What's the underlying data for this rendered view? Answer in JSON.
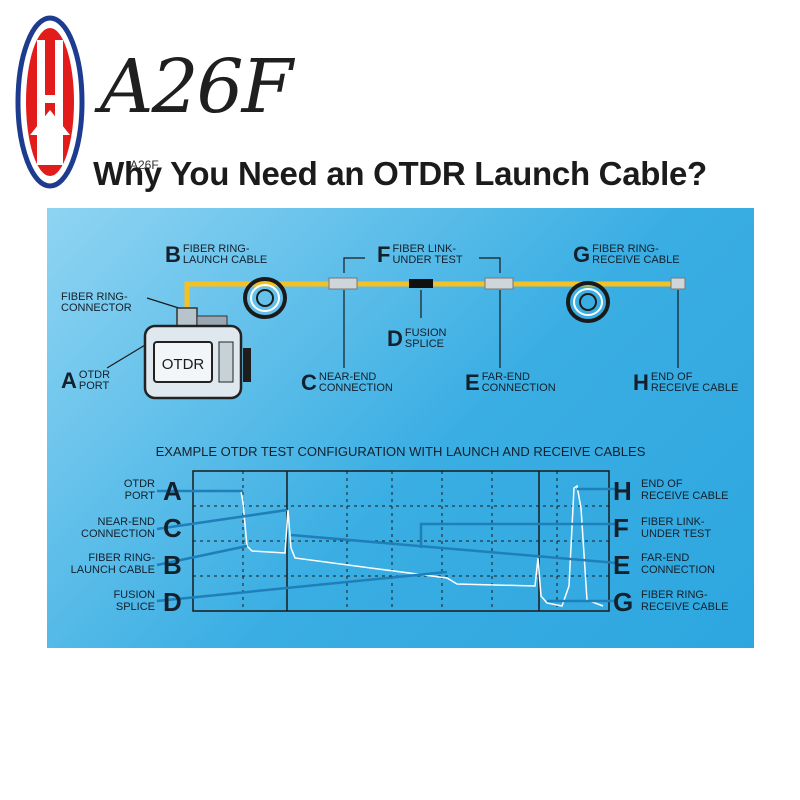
{
  "brand": {
    "name": "A26F",
    "small": "A26F"
  },
  "headline": "Why You Need an OTDR Launch Cable?",
  "colors": {
    "panel": "#3aaee3",
    "cable": "#f5c023",
    "trace": "#1f7fb8",
    "logo_red": "#e21b1b",
    "logo_blue": "#1d3b8f"
  },
  "top_diagram": {
    "connector_label": "FIBER RING-\nCONNECTOR",
    "device_label": "OTDR",
    "items": {
      "A": {
        "letter": "A",
        "text": "OTDR\nPORT"
      },
      "B": {
        "letter": "B",
        "text": "FIBER RING-\nLAUNCH CABLE"
      },
      "C": {
        "letter": "C",
        "text": "NEAR-END\nCONNECTION"
      },
      "D": {
        "letter": "D",
        "text": "FUSION\nSPLICE"
      },
      "E": {
        "letter": "E",
        "text": "FAR-END\nCONNECTION"
      },
      "F": {
        "letter": "F",
        "text": "FIBER LINK-\nUNDER TEST"
      },
      "G": {
        "letter": "G",
        "text": "FIBER RING-\nRECEIVE CABLE"
      },
      "H": {
        "letter": "H",
        "text": "END OF\nRECEIVE CABLE"
      }
    }
  },
  "config": {
    "title": "EXAMPLE OTDR TEST CONFIGURATION WITH LAUNCH AND RECEIVE CABLES",
    "left_rows": [
      {
        "letter": "A",
        "text": "OTDR\nPORT"
      },
      {
        "letter": "C",
        "text": "NEAR-END\nCONNECTION"
      },
      {
        "letter": "B",
        "text": "FIBER RING-\nLAUNCH CABLE"
      },
      {
        "letter": "D",
        "text": "FUSION\nSPLICE"
      }
    ],
    "right_rows": [
      {
        "letter": "H",
        "text": "END OF\nRECEIVE CABLE"
      },
      {
        "letter": "F",
        "text": "FIBER LINK-\nUNDER TEST"
      },
      {
        "letter": "E",
        "text": "FAR-END\nCONNECTION"
      },
      {
        "letter": "G",
        "text": "FIBER RING-\nRECEIVE CABLE"
      }
    ]
  }
}
